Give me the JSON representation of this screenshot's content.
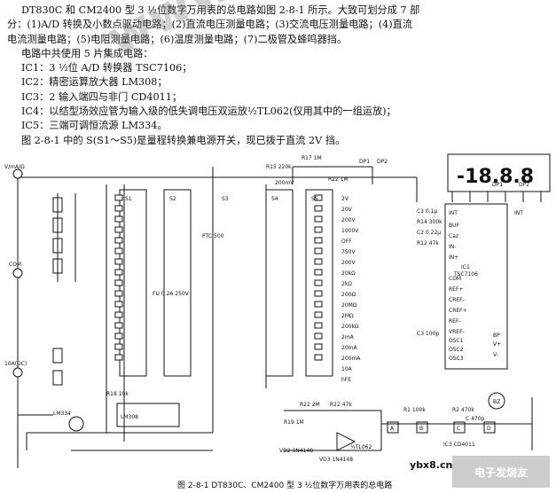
{
  "text": {
    "p1_line1": "DT830C 和 CM2400 型 3 ½位数字万用表的总电路如图 2-8-1 所示。大致可划分成 7 部",
    "p1_line2": "分：(1)A/D 转换及小数点驱动电路；(2)直流电压测量电路；(3)交流电压测量电路；(4)直流",
    "p1_line3": "电流测量电路；(5)电阻测量电路；(6)温度测量电路；(7)二极管及蜂鸣器挡。",
    "p2": "电路中共使用 5 片集成电路：",
    "ic1": "IC1：3 ½位 A/D 转换器 TSC7106；",
    "ic2": "IC2：精密运算放大器 LM308；",
    "ic3": "IC3：2 输入端四与非门 CD4011；",
    "ic4": "IC4：以结型场效应管为输入级的低失调电压双运放½TL062(仅用其中的一组运放)；",
    "ic5": "IC5：三端可调恒流源 LM334。",
    "p3": "图 2-8-1 中的 S(S1～S5)是量程转换兼电源开关，现已拨于直流 2V 挡。"
  },
  "watermark": "www.elecfans.com",
  "schematic": {
    "display": "-18.8.8",
    "display_labels": [
      "DP1",
      "DP2"
    ],
    "ic1_name": "IC1",
    "ic1_part": "TSC7106",
    "ic1_pins": [
      "INT",
      "BUF",
      "Caz",
      "IN-",
      "IN+",
      "COM",
      "REF+",
      "CREF-",
      "CREF+",
      "REF-",
      "VREF-",
      "OSC1",
      "OSC2",
      "OSC3",
      "V+",
      "V-",
      "BP"
    ],
    "ic2_part": "LM308",
    "ic3_part": "IC3 CD4011",
    "ic4_part": "½TL062",
    "ic5_part": "LM334",
    "range_labels": [
      "200mV",
      "2V",
      "20V",
      "200V",
      "1000V",
      "OFF",
      "750V",
      "200V",
      "20kΩ",
      "2kΩ",
      "200Ω",
      "20MΩ",
      "2MΩ",
      "200kΩ",
      "2mA",
      "20mA",
      "200mA",
      "10A",
      "hFE"
    ],
    "inputs": [
      "V/mA/Ω",
      "COM",
      "10A(DC)"
    ],
    "component_labels": [
      "R17 1M",
      "R15 220k",
      "R22 1M",
      "DP1",
      "DP2",
      "R14 300k",
      "C1 0.1μ",
      "C2 0.22μ",
      "R12 47k",
      "C3 100p",
      "PTC 500",
      "FU 0.2A 250V",
      "R18 10k",
      "VD2 1N4148",
      "VD3 1N4148",
      "R19 1M",
      "R22 2M",
      "R22 47k",
      "R1 100k",
      "R2 470k",
      "C 470p",
      "BZ",
      "D",
      "B",
      "C",
      "A"
    ],
    "switch_labels": [
      "S1",
      "S2",
      "S3",
      "S4",
      "S5"
    ]
  },
  "caption": "图 2-8-1   DT830C、CM2400 型 3 ½位数字万用表的总电路",
  "site_text": "ybx8.cn",
  "site_logo": "电子发烧友"
}
